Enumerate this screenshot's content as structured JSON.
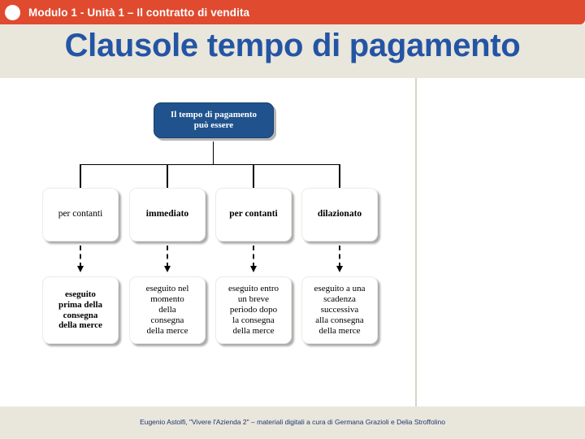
{
  "header": {
    "bullet_icon": "circle-icon",
    "title": "Modulo 1 - Unità 1 – Il contratto di vendita",
    "bar_color": "#E04A2F"
  },
  "title": {
    "text": "Clausole tempo di pagamento",
    "color": "#2455A4",
    "band_color": "#E9E6DC"
  },
  "diagram": {
    "root": {
      "line1": "Il tempo di pagamento",
      "line2": "può essere",
      "fill_color": "#20538D",
      "text_color": "#ffffff"
    },
    "branches": [
      {
        "label": "per contanti",
        "bold": false,
        "detail_lines": [
          "eseguito",
          "prima della",
          "consegna",
          "della merce"
        ],
        "detail_bold": true
      },
      {
        "label": "immediato",
        "bold": true,
        "detail_lines": [
          "eseguito nel",
          "momento",
          "della",
          "consegna",
          "della merce"
        ],
        "detail_bold": false
      },
      {
        "label": "per contanti",
        "bold": true,
        "detail_lines": [
          "eseguito entro",
          "un breve",
          "periodo dopo",
          "la consegna",
          "della merce"
        ],
        "detail_bold": false
      },
      {
        "label": "dilazionato",
        "bold": true,
        "detail_lines": [
          "eseguito a una",
          "scadenza",
          "successiva",
          "alla consegna",
          "della merce"
        ],
        "detail_bold": false
      }
    ]
  },
  "footer": {
    "text": "Eugenio Astolfi, \"Vivere l'Azienda 2\" – materiali digitali a cura di Germana Grazioli e Delia Stroffolino",
    "color": "#22356E",
    "band_color": "#E9E6DC"
  }
}
